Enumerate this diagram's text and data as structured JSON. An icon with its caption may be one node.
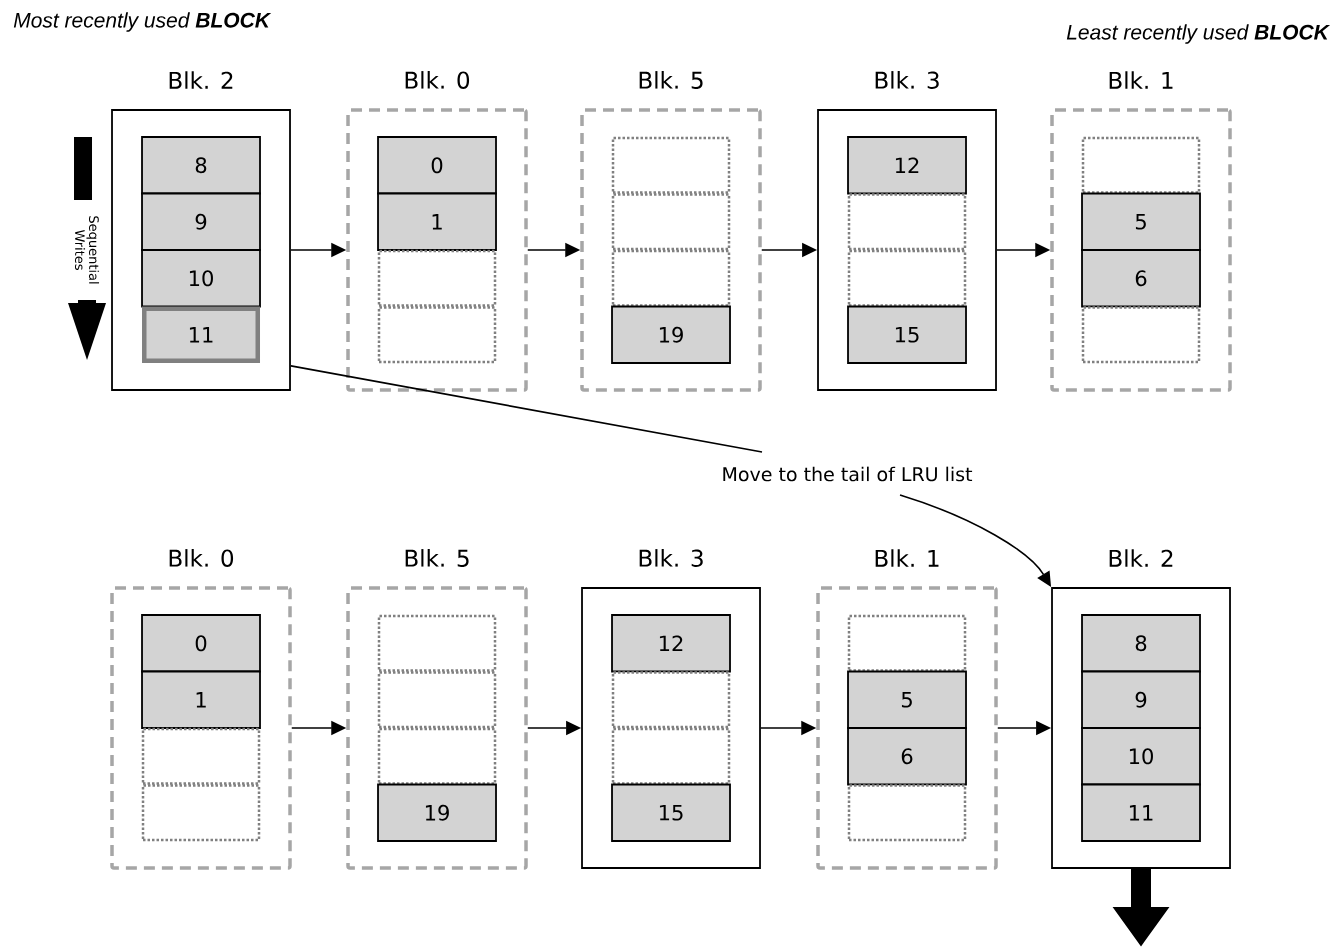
{
  "diagram": {
    "nodes": [
      {
        "text": [
          "Blk. 2"
        ]
      },
      {
        "text": [
          "8"
        ],
        "in": 0
      },
      {
        "text": [
          "9"
        ],
        "in": 0
      },
      {
        "text": [
          "10"
        ],
        "in": 0
      },
      {
        "text": [
          "11"
        ],
        "in": 0
      },
      {
        "text": [
          "Blk. 0"
        ]
      },
      {
        "text": [
          "0"
        ],
        "in": 5
      },
      {
        "text": [
          "1"
        ],
        "in": 5
      },
      {
        "text": [],
        "shape": "box",
        "in": 5
      },
      {
        "text": [],
        "shape": "box",
        "in": 5
      },
      {
        "text": [
          "Blk. 5"
        ]
      },
      {
        "text": [],
        "shape": "box",
        "in": 10
      },
      {
        "text": [],
        "shape": "box",
        "in": 10
      },
      {
        "text": [],
        "shape": "box",
        "in": 10
      },
      {
        "text": [
          "19"
        ],
        "in": 10
      },
      {
        "text": [
          "Blk. 3"
        ]
      },
      {
        "text": [
          "12"
        ],
        "in": 15
      },
      {
        "text": [],
        "shape": "box",
        "in": 15
      },
      {
        "text": [],
        "shape": "box",
        "in": 15
      },
      {
        "text": [
          "15"
        ],
        "in": 15
      },
      {
        "text": [
          "Blk. 1"
        ]
      },
      {
        "text": [],
        "shape": "box",
        "in": 20
      },
      {
        "text": [
          "5"
        ],
        "in": 20
      },
      {
        "text": [
          "6"
        ],
        "in": 20
      },
      {
        "text": [],
        "shape": "box",
        "in": 20
      },
      {
        "text": [
          "Blk. 0"
        ]
      },
      {
        "text": [
          "0"
        ],
        "in": 25
      },
      {
        "text": [
          "1"
        ],
        "in": 25
      },
      {
        "text": [],
        "shape": "box",
        "in": 25
      },
      {
        "text": [],
        "shape": "box",
        "in": 25
      },
      {
        "text": [
          "Blk. 5"
        ]
      },
      {
        "text": [],
        "shape": "box",
        "in": 30
      },
      {
        "text": [],
        "shape": "box",
        "in": 30
      },
      {
        "text": [],
        "shape": "box",
        "in": 30
      },
      {
        "text": [
          "19"
        ],
        "in": 30
      },
      {
        "text": [
          "Blk. 3"
        ]
      },
      {
        "text": [
          "12"
        ],
        "in": 35
      },
      {
        "text": [],
        "shape": "box",
        "in": 35
      },
      {
        "text": [],
        "shape": "box",
        "in": 35
      },
      {
        "text": [
          "15"
        ],
        "in": 35
      },
      {
        "text": [
          "Blk. 1"
        ]
      },
      {
        "text": [],
        "shape": "box",
        "in": 40
      },
      {
        "text": [
          "5"
        ],
        "in": 40
      },
      {
        "text": [
          "6"
        ],
        "in": 40
      },
      {
        "text": [],
        "shape": "box",
        "in": 40
      },
      {
        "text": [
          "Blk. 2"
        ]
      },
      {
        "text": [
          "8"
        ],
        "in": 45
      },
      {
        "text": [
          "9"
        ],
        "in": 45
      },
      {
        "text": [
          "10"
        ],
        "in": 45
      },
      {
        "text": [
          "11"
        ],
        "in": 45
      }
    ],
    "edges": [
      {
        "from": 0,
        "to": 5,
        "arrow": "to"
      },
      {
        "from": 5,
        "to": 10,
        "arrow": "to"
      },
      {
        "from": 10,
        "to": 15,
        "arrow": "to"
      },
      {
        "from": 15,
        "to": 20,
        "arrow": "to"
      },
      {
        "from": 25,
        "to": 30,
        "arrow": "to"
      },
      {
        "from": 30,
        "to": 35,
        "arrow": "to"
      },
      {
        "from": 35,
        "to": 40,
        "arrow": "to"
      },
      {
        "from": 40,
        "to": 45,
        "arrow": "to"
      },
      {
        "from": 0,
        "to": 45,
        "arrow": "to",
        "label": "Move to the tail of LRU list"
      },
      {
        "from": 45,
        "to": null,
        "arrow": "to",
        "style": "thick"
      }
    ],
    "labels": [
      "Most recently used **BLOCK**",
      "Least recently used **BLOCK**",
      "Sequential Writes"
    ]
  }
}
